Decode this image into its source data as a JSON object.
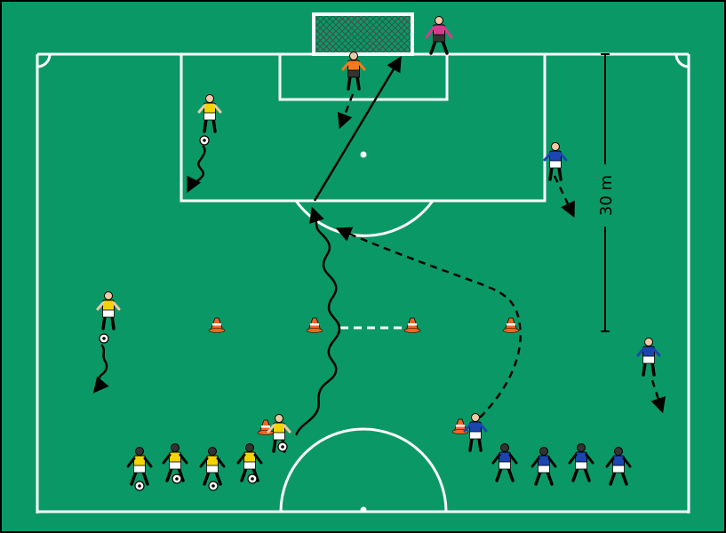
{
  "diagram": {
    "distance_label": "30 m",
    "colors": {
      "pitch": "#0a9966",
      "lines": "#ffffff",
      "yellow_team": "#f2d400",
      "blue_team": "#1b46b0",
      "keeper_outfield": "#f47a1f",
      "keeper_goal": "#d43b8d",
      "cone": "#f26522"
    },
    "icons": [
      "goal-net",
      "player-figure",
      "ball",
      "cone",
      "arrow"
    ]
  }
}
